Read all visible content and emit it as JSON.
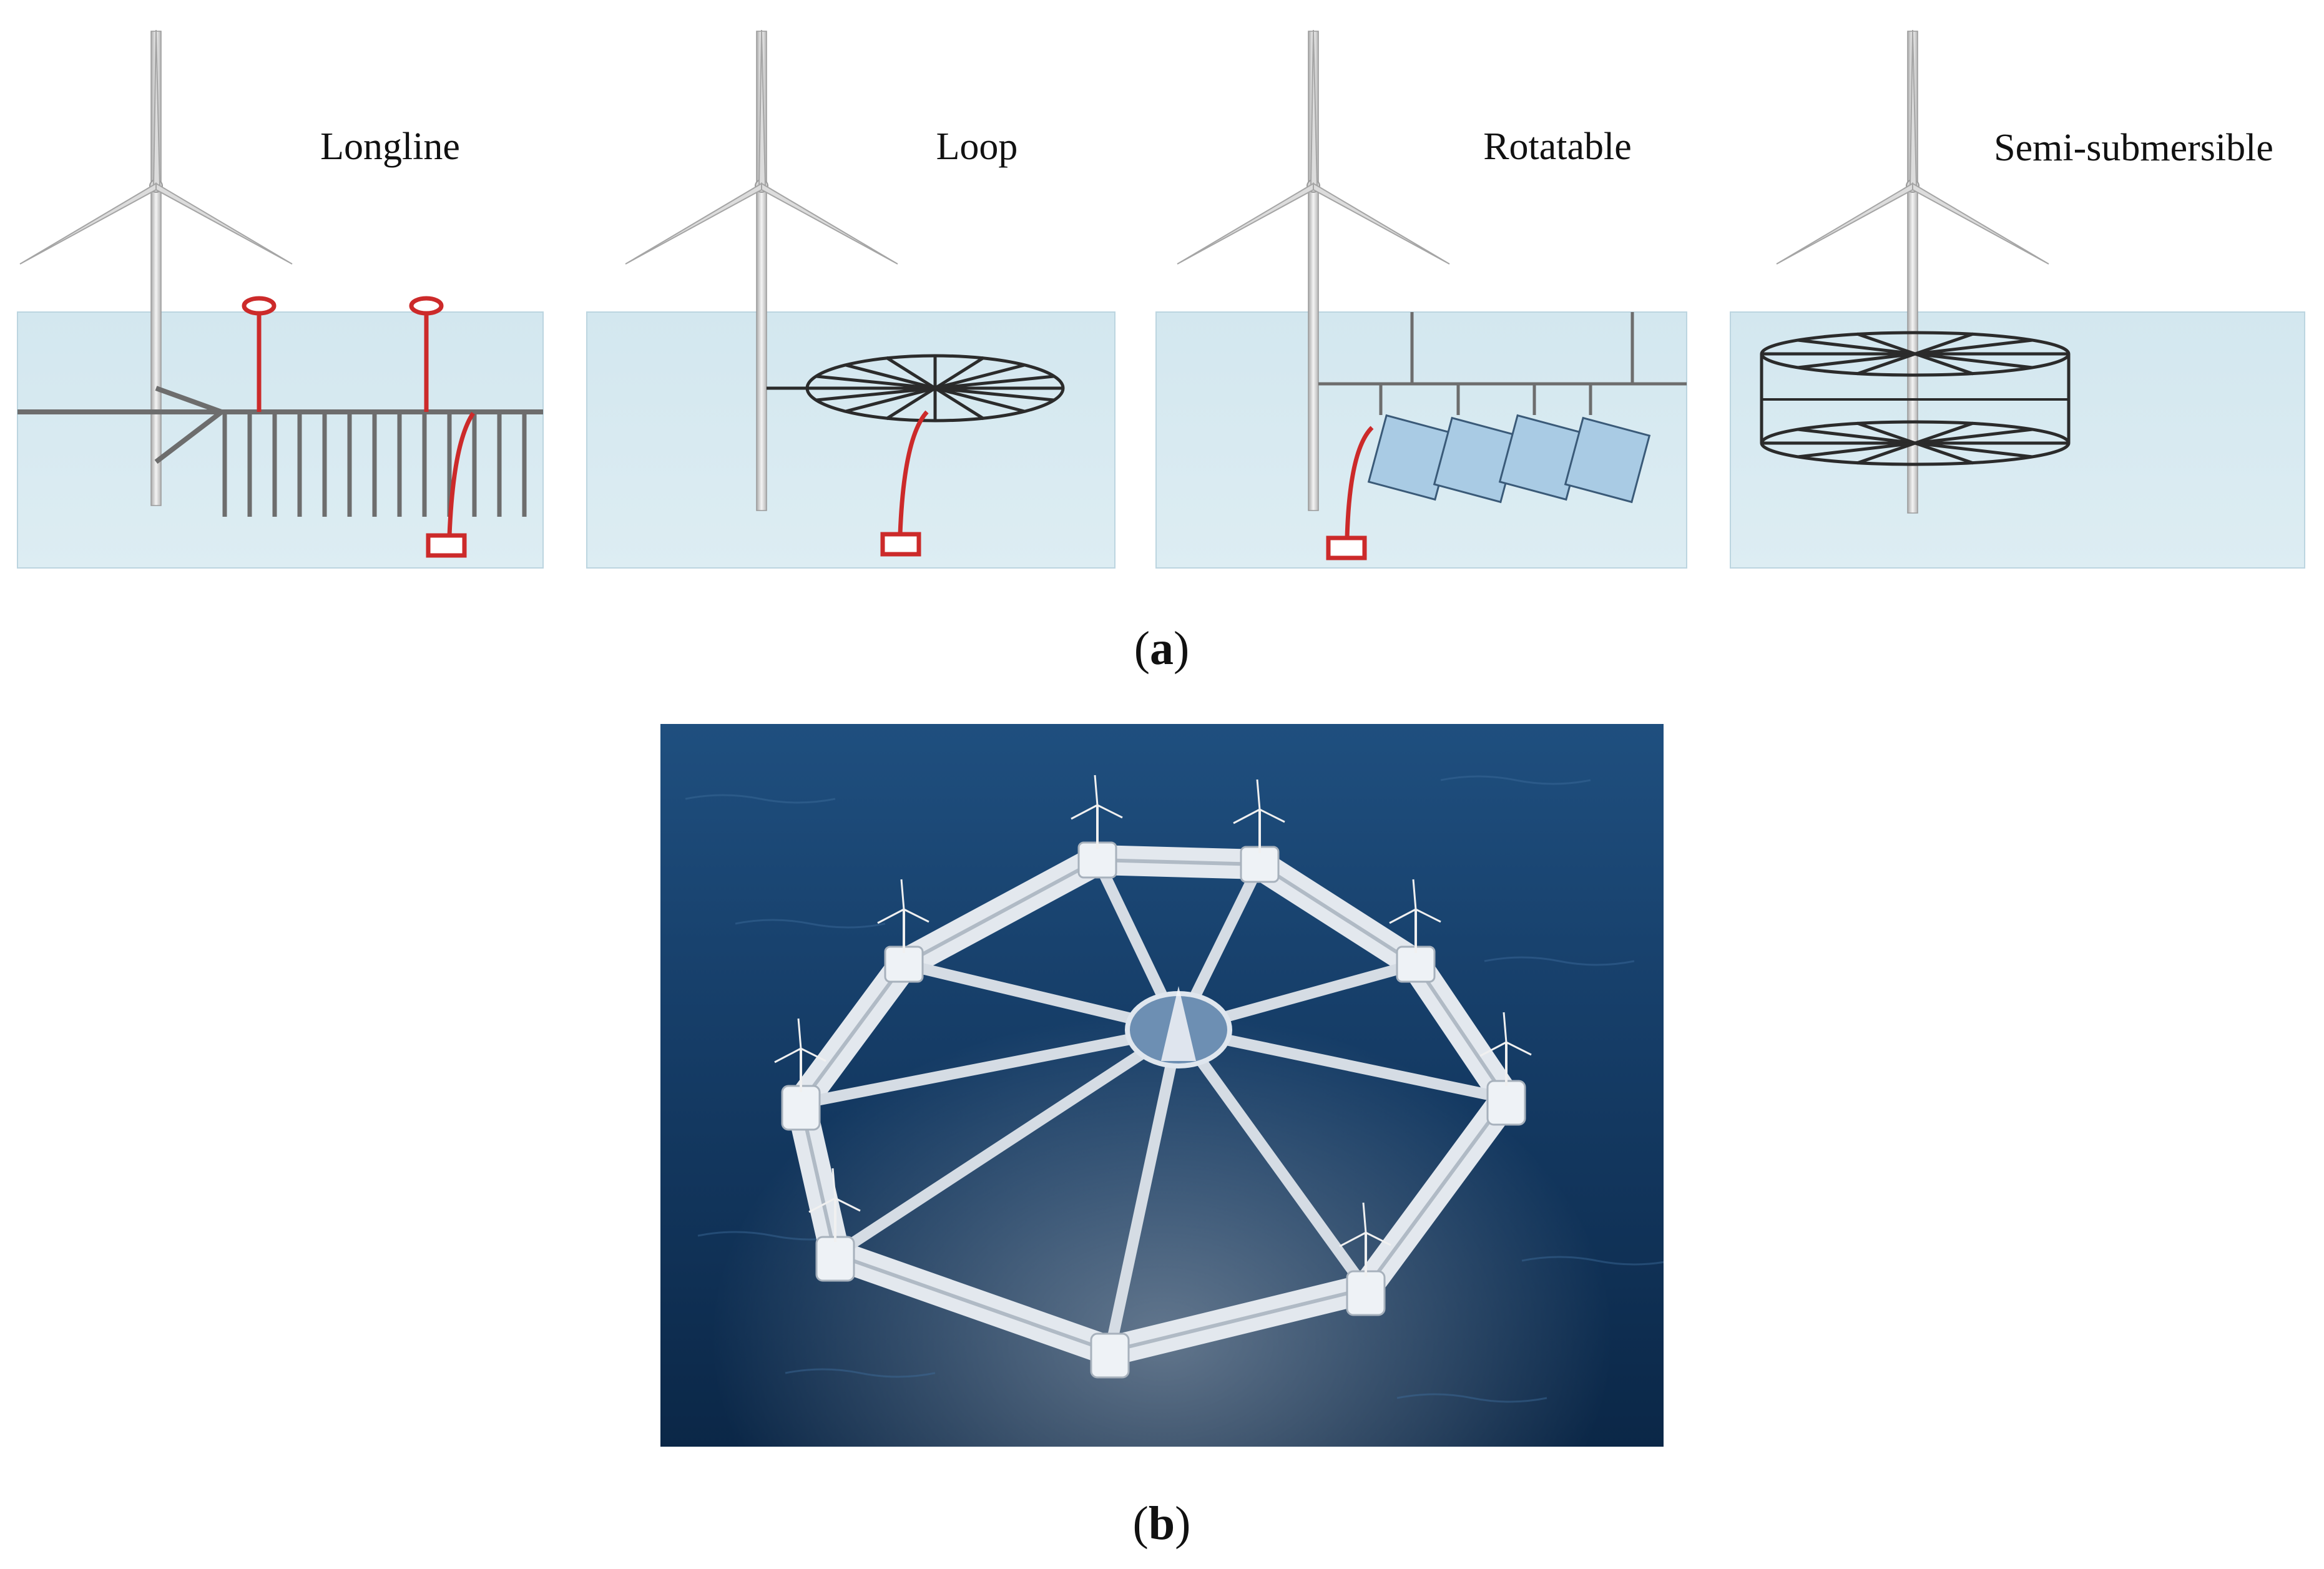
{
  "figure": {
    "panel_a": {
      "label_open": "(",
      "label_letter": "a",
      "label_close": ")",
      "panels": [
        {
          "title": "Longline"
        },
        {
          "title": "Loop"
        },
        {
          "title": "Rotatable"
        },
        {
          "title": "Semi-submersible"
        }
      ]
    },
    "panel_b": {
      "label_open": "(",
      "label_letter": "b",
      "label_close": ")"
    },
    "colors": {
      "water": "#d8eaf1",
      "tower": "#c9c9c9",
      "mooring_red": "#cc2a2a",
      "cage_lines": "#2b2b2b",
      "net_blue": "#a9cbe4",
      "sea_dark": "#0e2a4a",
      "sea_mid": "#1f4f7f",
      "platform_white": "#e9edf1"
    }
  }
}
